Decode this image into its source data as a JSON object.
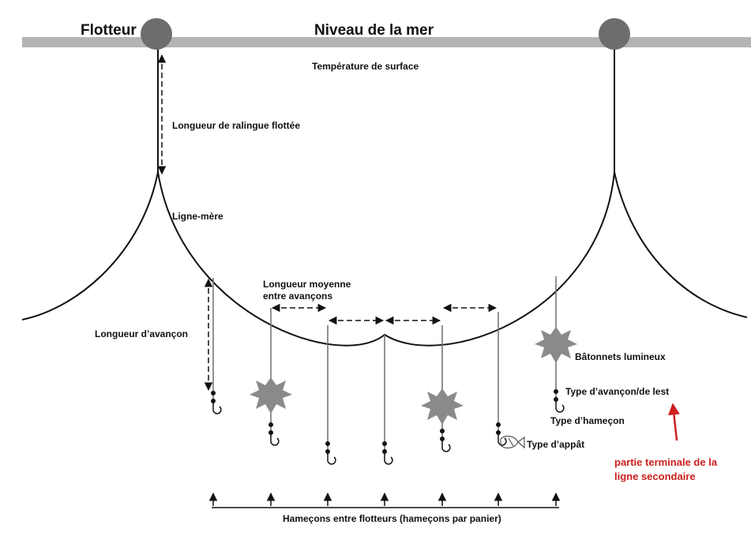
{
  "labels": {
    "float": "Flotteur",
    "sea_level": "Niveau de la mer",
    "surface_temperature": "Température de surface",
    "float_line_length": "Longueur de ralingue flottée",
    "main_line": "Ligne-mère",
    "avg_branch_spacing_line1": "Longueur moyenne",
    "avg_branch_spacing_line2": "entre avançons",
    "branch_line_length": "Longueur d’avançon",
    "light_sticks": "Bâtonnets lumineux",
    "branch_weight_type": "Type d’avançon/de lest",
    "hook_type": "Type d’hameçon",
    "bait_type": "Type d’appât",
    "hooks_between_floats": "Hameçons entre flotteurs (hameçons par panier)"
  },
  "annotation": {
    "line1": "partie terminale de la",
    "line2": "ligne secondaire",
    "color": "#cc1f1f"
  },
  "colors": {
    "sea_surface": "#b4b4b4",
    "float": "#6d6d6d",
    "light_stick": "#8a8a8a",
    "line": "#111111"
  },
  "hooks_shown": 7,
  "light_sticks_shown": 3,
  "icons": [
    "float-icon",
    "light-stick-icon",
    "hook-icon",
    "bait-fish-icon",
    "arrow-up-icon"
  ]
}
